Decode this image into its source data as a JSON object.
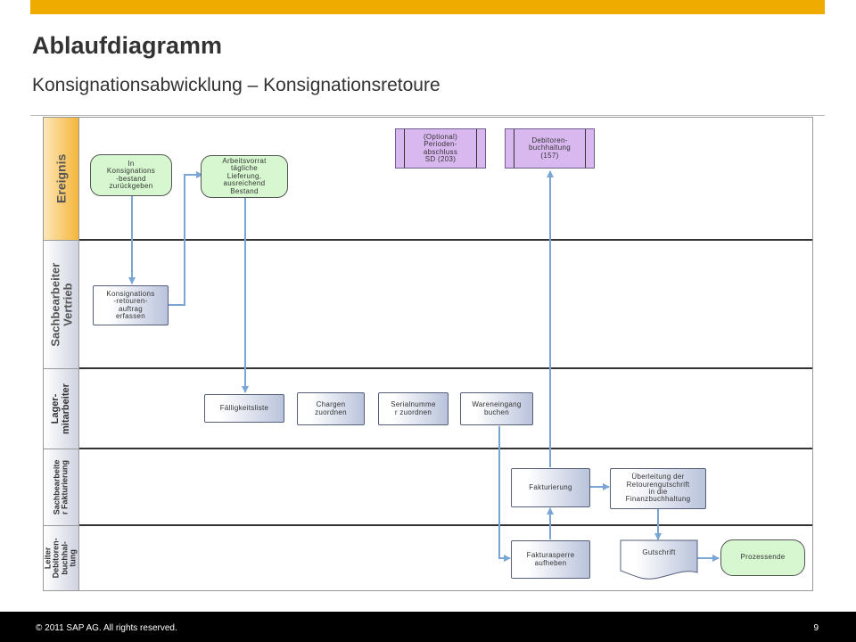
{
  "header": {
    "title": "Ablaufdiagramm",
    "subtitle": "Konsignationsabwicklung – Konsignationsretoure"
  },
  "lanes": [
    {
      "label": "Ereignis"
    },
    {
      "label": "Sachbearbeiter Vertrieb"
    },
    {
      "label": "Lager-\nmitarbeiter"
    },
    {
      "label": "Sachbearbeite\nr Fakturierung"
    },
    {
      "label": "Leiter\nDebitoren-\nbuchhal-\ntung"
    }
  ],
  "nodes": {
    "in_konsignationsbestand": "In\nKonsignations\n-bestand\nzurückgeben",
    "arbeitsvorrat": "Arbeitsvorrat\ntägliche\nLieferung,\nausreichend\nBestand",
    "perioden_abschluss": "(Optional)\nPerioden-\nabschluss\nSD (203)",
    "debitorenbuchhaltung": "Debitoren-\nbuchhaltung\n(157)",
    "retourenauftrag": "Konsignations\n-retouren-\nauftrag\nerfassen",
    "faelligkeitsliste": "Fälligkeitsliste",
    "chargen": "Chargen\nzuordnen",
    "serialnummer": "Serialnumme\nr zuordnen",
    "wareneingang": "Wareneingang\nbuchen",
    "fakturierung": "Fakturierung",
    "ueberleitung": "Überleitung der\nRetourengutschrift\nin die\nFinanzbuchhaltung",
    "fakturasperre": "Fakturasperre\naufheben",
    "gutschrift": "Gutschrift",
    "prozessende": "Prozessende"
  },
  "footer": {
    "copyright": "© 2011 SAP AG. All rights reserved.",
    "page": "9"
  },
  "colors": {
    "accent_bar": "#f0ab00",
    "event": "#d6f7cf",
    "subprocess": "#d9b8f0",
    "arrow": "#7aa6d6"
  }
}
